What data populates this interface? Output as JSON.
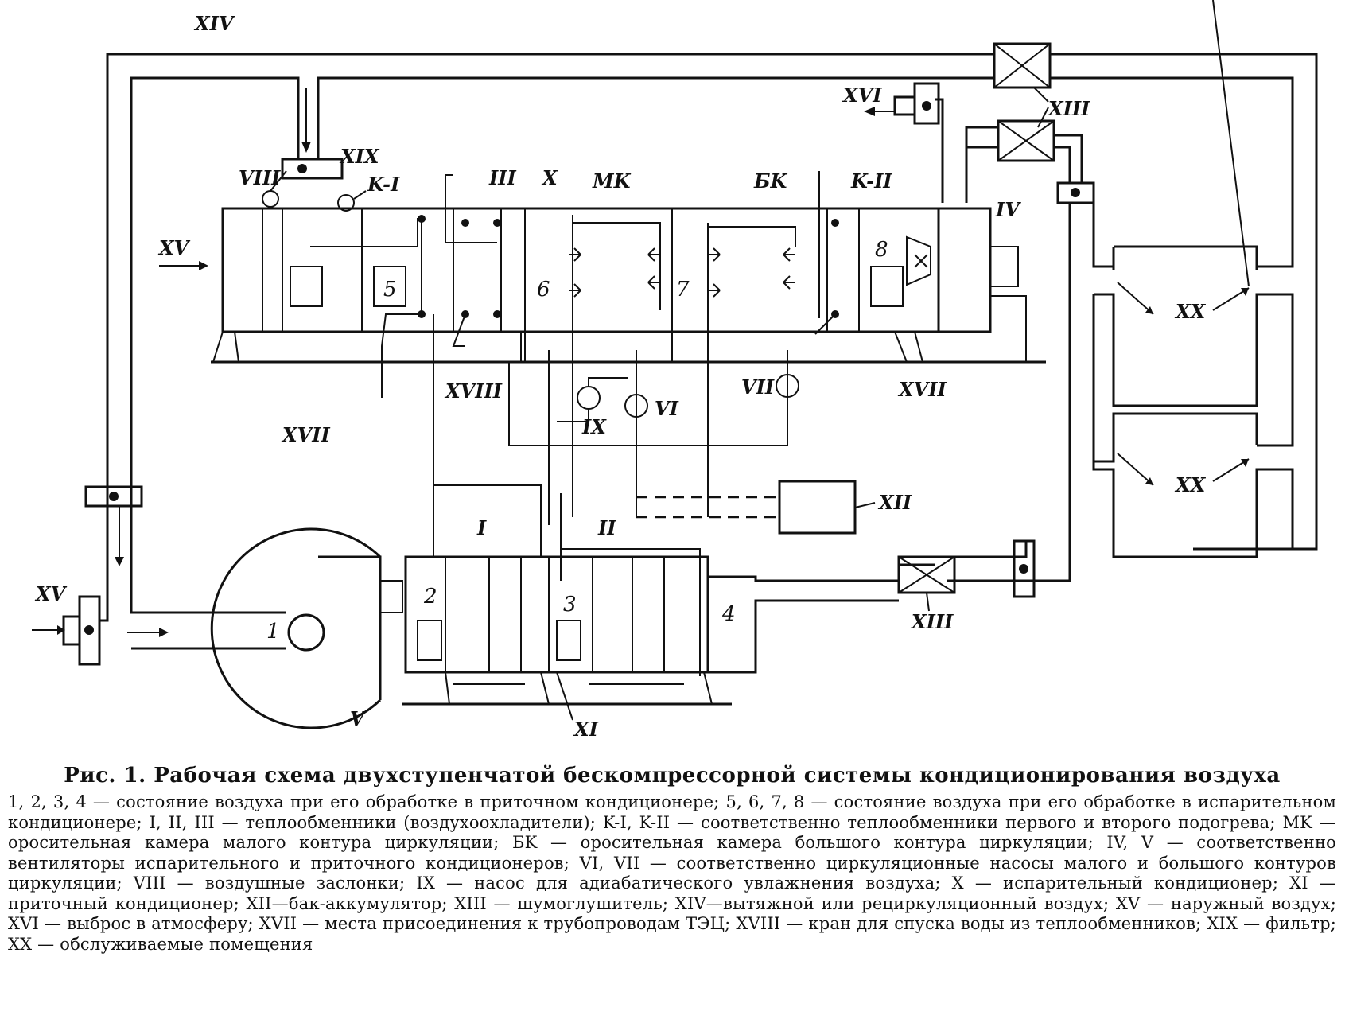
{
  "labels": {
    "xiv": "XIV",
    "xvi": "XVI",
    "xiii_top": "XIII",
    "xiii_bottom": "XIII",
    "viii": "VIII",
    "xix": "XIX",
    "k1": "K-I",
    "iii": "III",
    "x": "X",
    "mk": "MK",
    "bk": "БK",
    "k2": "K-II",
    "iv": "IV",
    "xv_top": "XV",
    "xv_bottom": "XV",
    "n5": "5",
    "n6": "6",
    "n7": "7",
    "n8": "8",
    "xvii_left": "XVII",
    "xviii": "XVIII",
    "ix": "IX",
    "vi": "VI",
    "vii": "VII",
    "xvii_right": "XVII",
    "xii": "XII",
    "xx_top": "XX",
    "xx_bottom": "XX",
    "i": "I",
    "ii": "II",
    "n1": "1",
    "n2": "2",
    "n3": "3",
    "n4": "4",
    "v": "V",
    "xi": "XI"
  },
  "caption": {
    "title": "Рис. 1. Рабочая схема двухступенчатой бескомпрессорной системы кондиционирования воздуха",
    "body": "1, 2, 3, 4 — состояние воздуха при его обработке в приточном кондиционере; 5, 6, 7, 8 — состояние воздуха при его обработке в испарительном кондиционере; I, II, III — теплообменники (воздухоохладители); K-I, K-II — соответственно теплообменники первого и второго подогрева; MK — оросительная камера малого контура циркуляции; БK — оросительная камера большого контура циркуляции; IV, V — соответственно вентиляторы испарительного и приточного кондиционеров; VI, VII — соответственно циркуляционные насосы малого и большого контуров циркуляции; VIII — воздушные заслонки; IX — насос для адиабатического увлажнения воздуха; X — испарительный кондиционер; XI — приточный кондиционер; XII—бак-аккумулятор; XIII — шумоглушитель; XIV—вытяжной или рециркуляционный воздух; XV — наружный воздух; XVI — выброс в атмосферу; XVII — места присоединения к трубопроводам ТЭЦ; XVIII — кран для спуска воды из теплообменников; XIX — фильтр; XX — обслуживаемые помещения"
  }
}
